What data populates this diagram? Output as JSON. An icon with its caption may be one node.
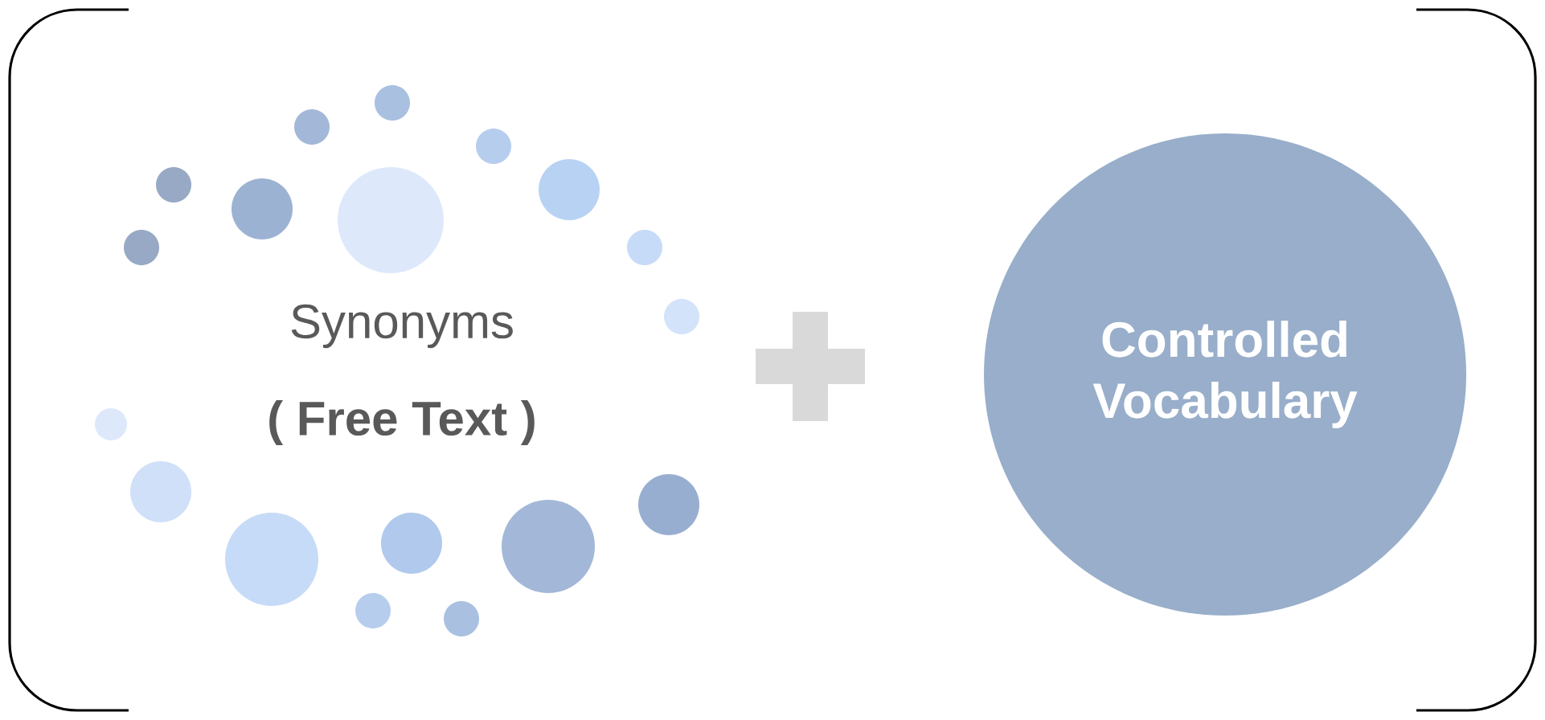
{
  "diagram": {
    "nodes": [
      {
        "text": [
          "Controlled Vocabulary"
        ]
      }
    ],
    "labels": [
      "Synonyms",
      "( Free Text )"
    ]
  }
}
